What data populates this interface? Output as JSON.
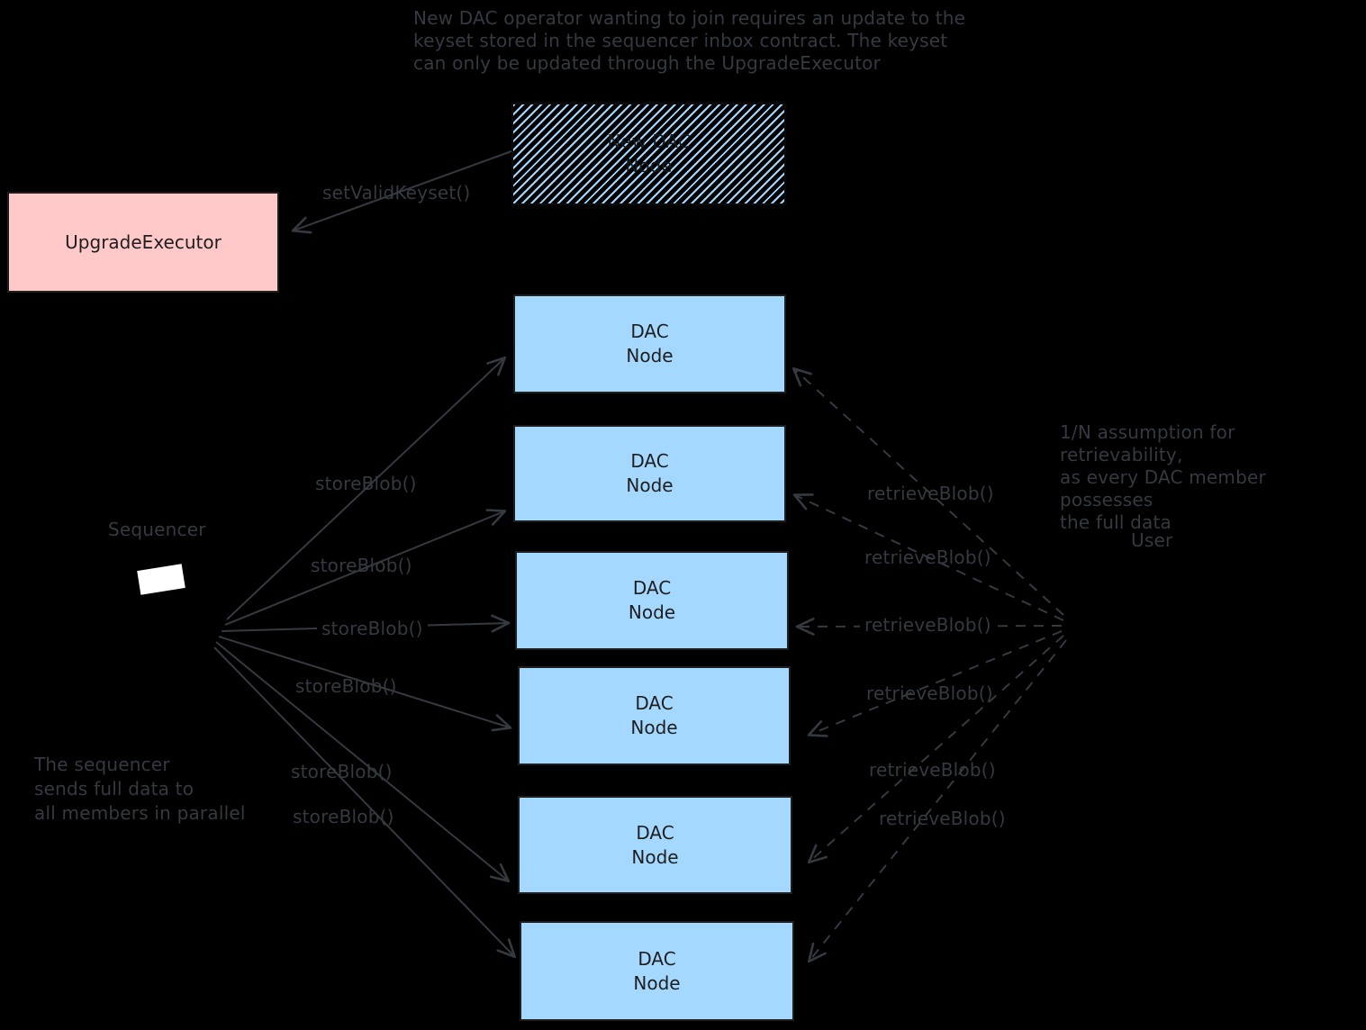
{
  "colors": {
    "background": "#000000",
    "dac_node_fill": "#a5d8ff",
    "upgrade_executor_fill": "#ffc9c9",
    "stroke_dark": "#1e1e1e",
    "annotation_gray": "#343a40",
    "sequencer_screen": "#ffffff"
  },
  "notes": {
    "top": "New DAC operator wanting to join requires an update to the\nkeyset stored in the sequencer inbox contract. The keyset\ncan only be updated through the UpgradeExecutor",
    "sequencer": "The sequencer\nsends full data to\nall members in parallel",
    "retrievability": "1/N assumption for retrievability,\nas every DAC member possesses\nthe full data"
  },
  "nodes": {
    "new_dac_node": {
      "label": "New DAC\nNode"
    },
    "upgrade_executor": {
      "label": "UpgradeExecutor"
    },
    "sequencer": {
      "label": "Sequencer",
      "icon": "sequencer-laptop-screen"
    },
    "user": {
      "label": "User"
    },
    "dac_nodes": [
      {
        "label": "DAC\nNode"
      },
      {
        "label": "DAC\nNode"
      },
      {
        "label": "DAC\nNode"
      },
      {
        "label": "DAC\nNode"
      },
      {
        "label": "DAC\nNode"
      },
      {
        "label": "DAC\nNode"
      }
    ]
  },
  "edges": {
    "set_valid_keyset": "setValidKeyset()",
    "store_blob": [
      "storeBlob()",
      "storeBlob()",
      "storeBlob()",
      "storeBlob()",
      "storeBlob()",
      "storeBlob()"
    ],
    "retrieve_blob": [
      "retrieveBlob()",
      "retrieveBlob()",
      "retrieveBlob()",
      "retrieveBlob()",
      "retrieveBlob()",
      "retrieveBlob()"
    ]
  }
}
